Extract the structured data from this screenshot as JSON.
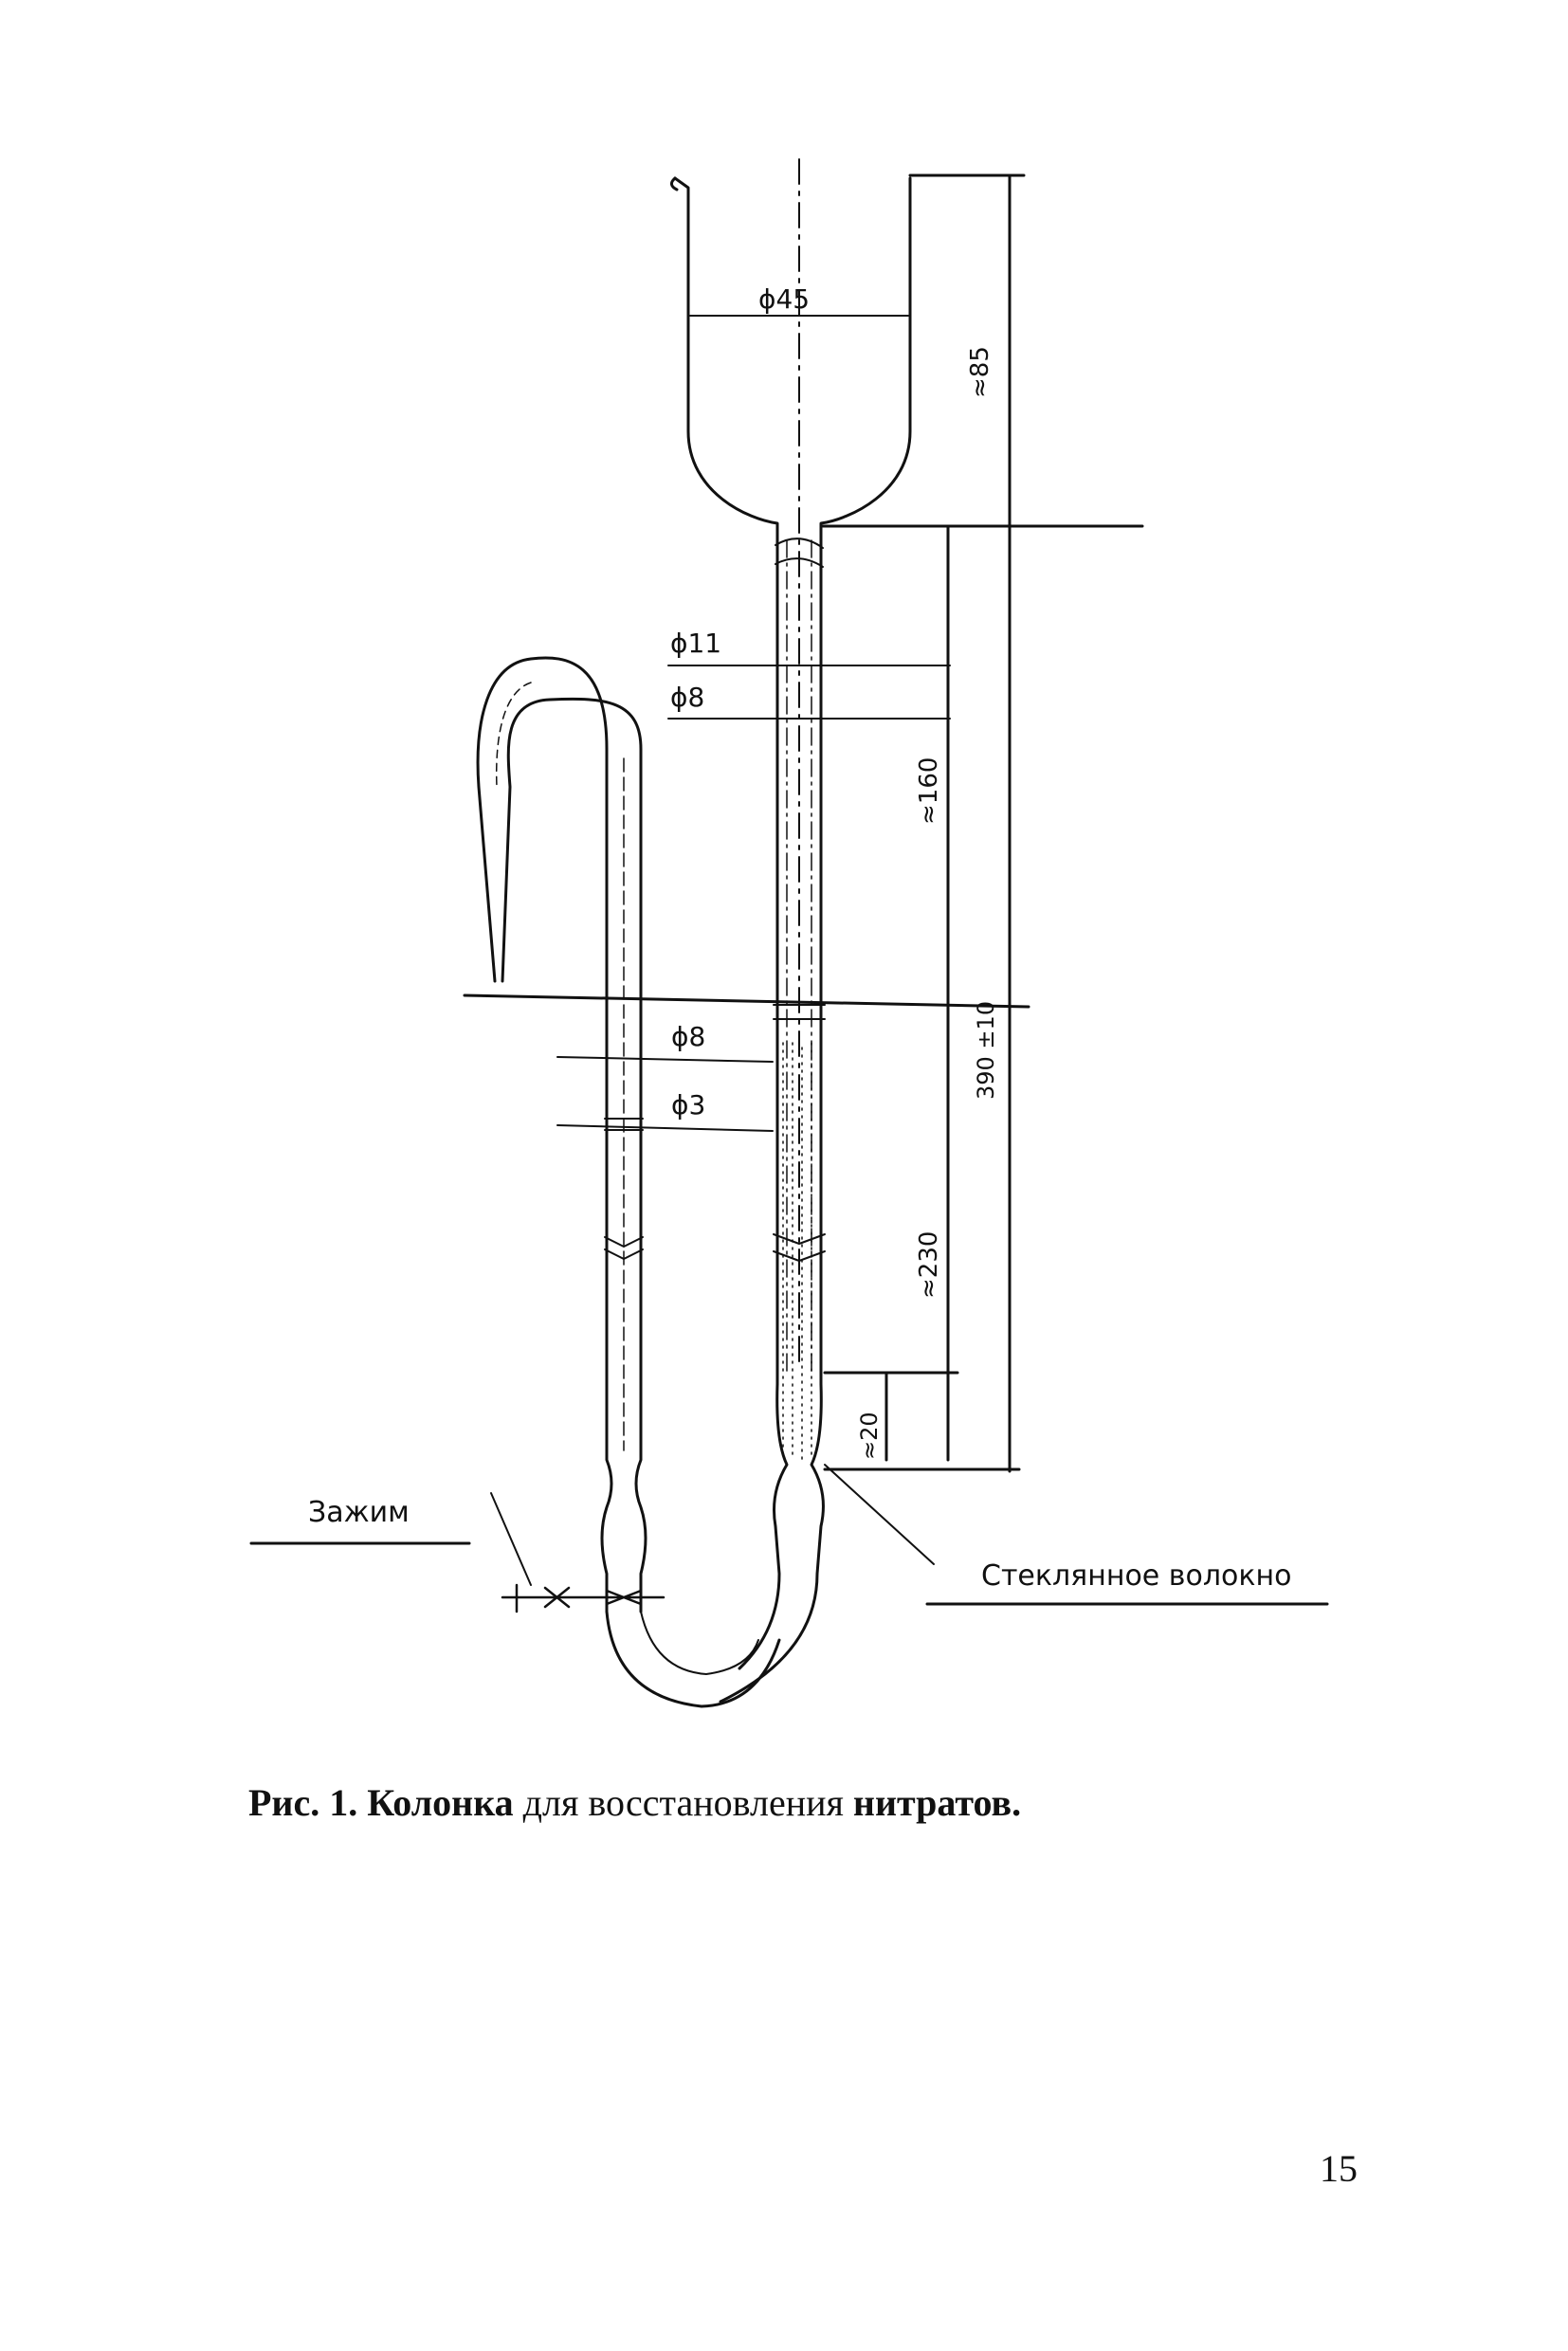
{
  "diagram": {
    "labels": {
      "d45": "ϕ45",
      "h85": "≈85",
      "d11": "ϕ11",
      "d8_top": "ϕ8",
      "h160": "≈160",
      "d8_mid": "ϕ8",
      "d3": "ϕ3",
      "h390": "390 ±10",
      "h230": "≈230",
      "h20": "≈20",
      "clamp": "Зажим",
      "glass_wool": "Стеклянное волокно"
    }
  },
  "caption": {
    "prefix": "Рис. 1.",
    "word1": "Колонка",
    "word2": "для",
    "word3": "восстановления",
    "word4": "нитратов."
  },
  "page_number": "15",
  "colors": {
    "ink": "#111111",
    "paper": "#ffffff"
  }
}
